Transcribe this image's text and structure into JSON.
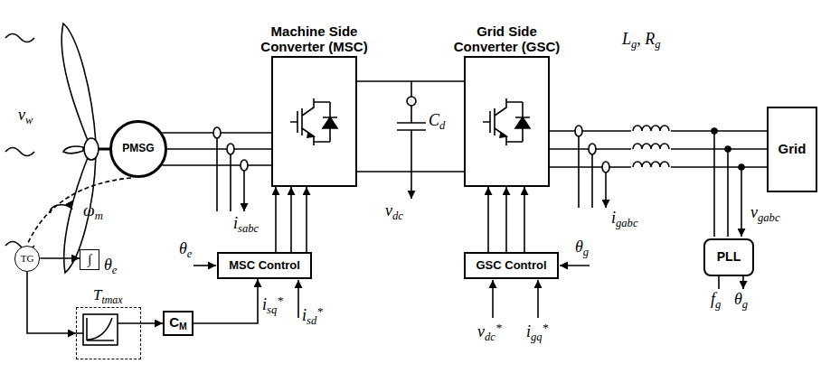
{
  "diagram": {
    "nodes": [
      {
        "text": [
          "PMSG"
        ]
      },
      {
        "text": [
          "Machine Side Converter (MSC)"
        ]
      },
      {
        "text": [
          "Grid Side Converter (GSC)"
        ]
      },
      {
        "text": [
          "Grid"
        ]
      },
      {
        "text": [
          "TG"
        ]
      },
      {
        "text": [
          "∫"
        ]
      },
      {
        "text": [
          "MSC Control"
        ]
      },
      {
        "text": [
          "GSC Control"
        ]
      },
      {
        "text": [
          "PLL"
        ]
      },
      {
        "text": [
          "Ttmax"
        ]
      },
      {
        "text": [
          "CM"
        ]
      }
    ],
    "edges": [
      {
        "from": 0,
        "to": 1,
        "arrow": "none"
      },
      {
        "from": 1,
        "to": 2,
        "arrow": "none"
      },
      {
        "from": 2,
        "to": 3,
        "arrow": "none"
      },
      {
        "from": 4,
        "to": 5,
        "arrow": "to"
      },
      {
        "from": 4,
        "to": 9,
        "arrow": "to"
      },
      {
        "from": 9,
        "to": 10,
        "arrow": "to"
      },
      {
        "from": 10,
        "to": 6,
        "arrow": "to"
      },
      {
        "from": 6,
        "to": 1,
        "arrow": "to"
      },
      {
        "from": 7,
        "to": 2,
        "arrow": "to"
      }
    ],
    "labels": [
      "vw",
      "ωm",
      "isabc",
      "θe",
      "vdc",
      "Cd",
      "Lg, Rg",
      "igabc",
      "vgabc",
      "fg",
      "θg",
      "θe",
      "isq*",
      "isd*",
      "vdc*",
      "igq*",
      "θg"
    ]
  }
}
